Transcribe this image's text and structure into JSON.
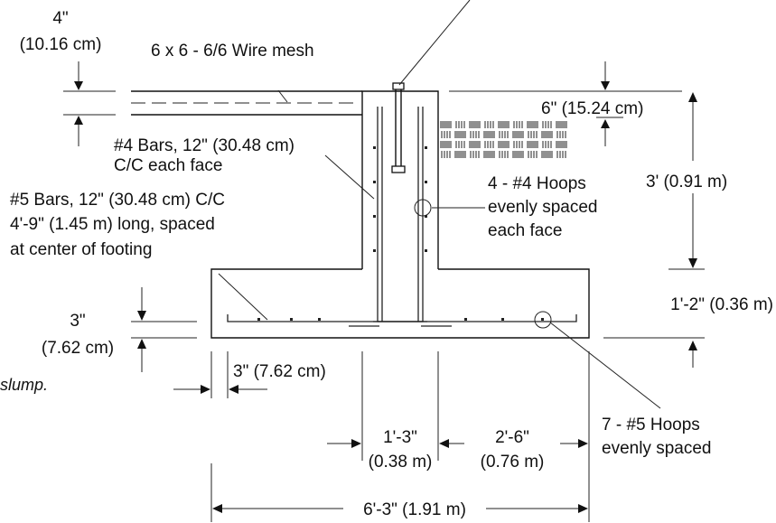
{
  "labels": {
    "slab_thickness_in": "4\"",
    "slab_thickness_cm": "(10.16 cm)",
    "wire_mesh": "6 x 6 - 6/6 Wire mesh",
    "top_offset": "6\" (15.24 cm)",
    "bars4_line1": "#4 Bars, 12\" (30.48 cm)",
    "bars4_line2": "C/C each face",
    "hoops4_line1": "4 - #4 Hoops",
    "hoops4_line2": "evenly spaced",
    "hoops4_line3": "each face",
    "wall_height": "3' (0.91 m)",
    "bars5_line1": "#5 Bars, 12\" (30.48 cm) C/C",
    "bars5_line2": "4'-9\" (1.45 m) long, spaced",
    "bars5_line3": "at center of footing",
    "footing_depth": "1'-2\" (0.36 m)",
    "cover_bottom_in": "3\"",
    "cover_bottom_cm": "(7.62 cm)",
    "cover_side": "3\" (7.62 cm)",
    "slump_fragment": "slump.",
    "hoops5_line1": "7 - #5 Hoops",
    "hoops5_line2": "evenly spaced",
    "wall_width_ft": "1'-3\"",
    "wall_width_m": "(0.38 m)",
    "toe_width_ft": "2'-6\"",
    "toe_width_m": "(0.76 m)",
    "footing_width": "6'-3\" (1.91 m)"
  }
}
